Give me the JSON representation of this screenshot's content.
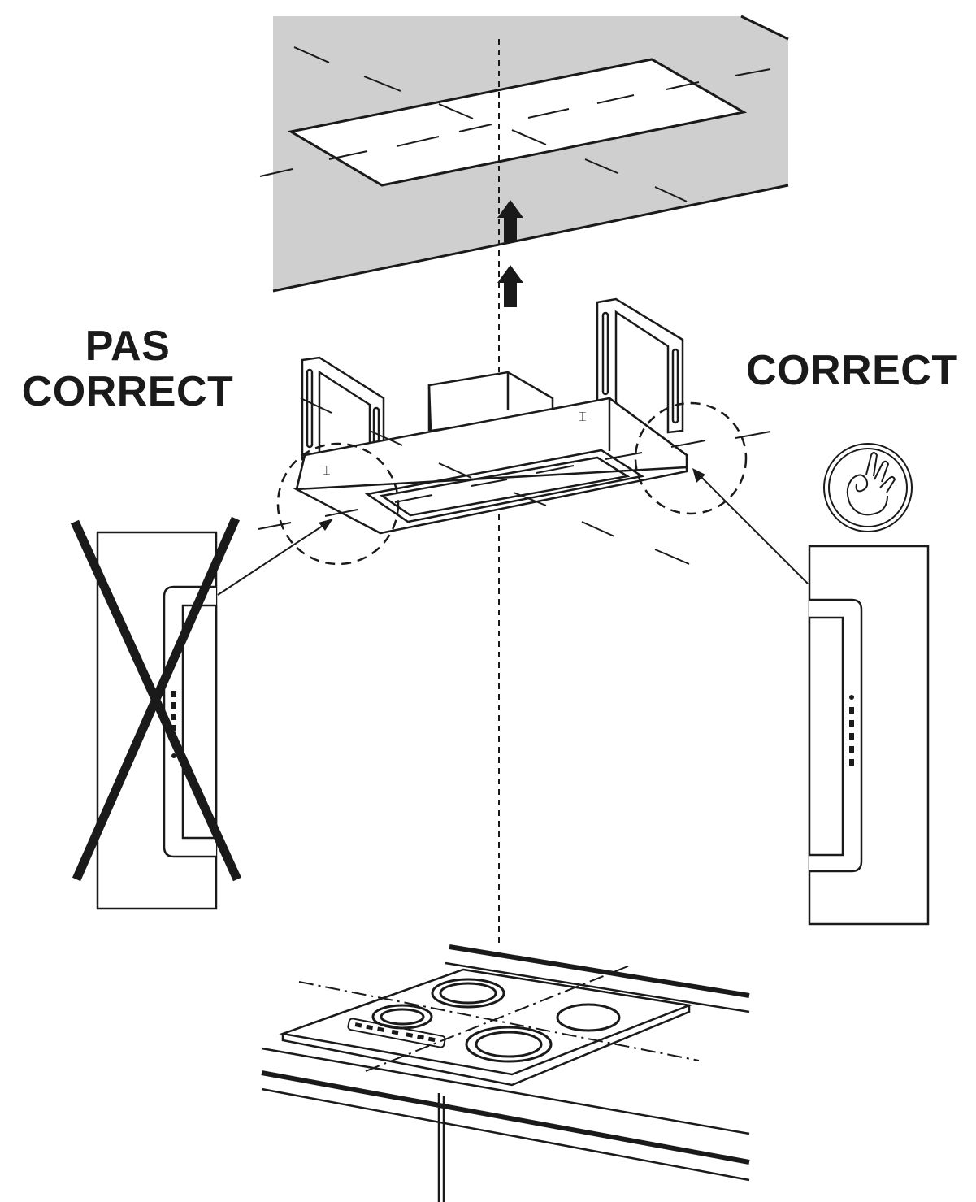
{
  "labels": {
    "incorrect_line1": "PAS",
    "incorrect_line2": "CORRECT",
    "correct": "CORRECT"
  },
  "icons": {
    "incorrect_mark": "x-cross-icon",
    "correct_mark": "ok-hand-icon",
    "direction": "up-arrow-icon"
  },
  "colors": {
    "ceiling": "#cfcfcf",
    "line": "#1a1a1a",
    "background": "#ffffff"
  }
}
